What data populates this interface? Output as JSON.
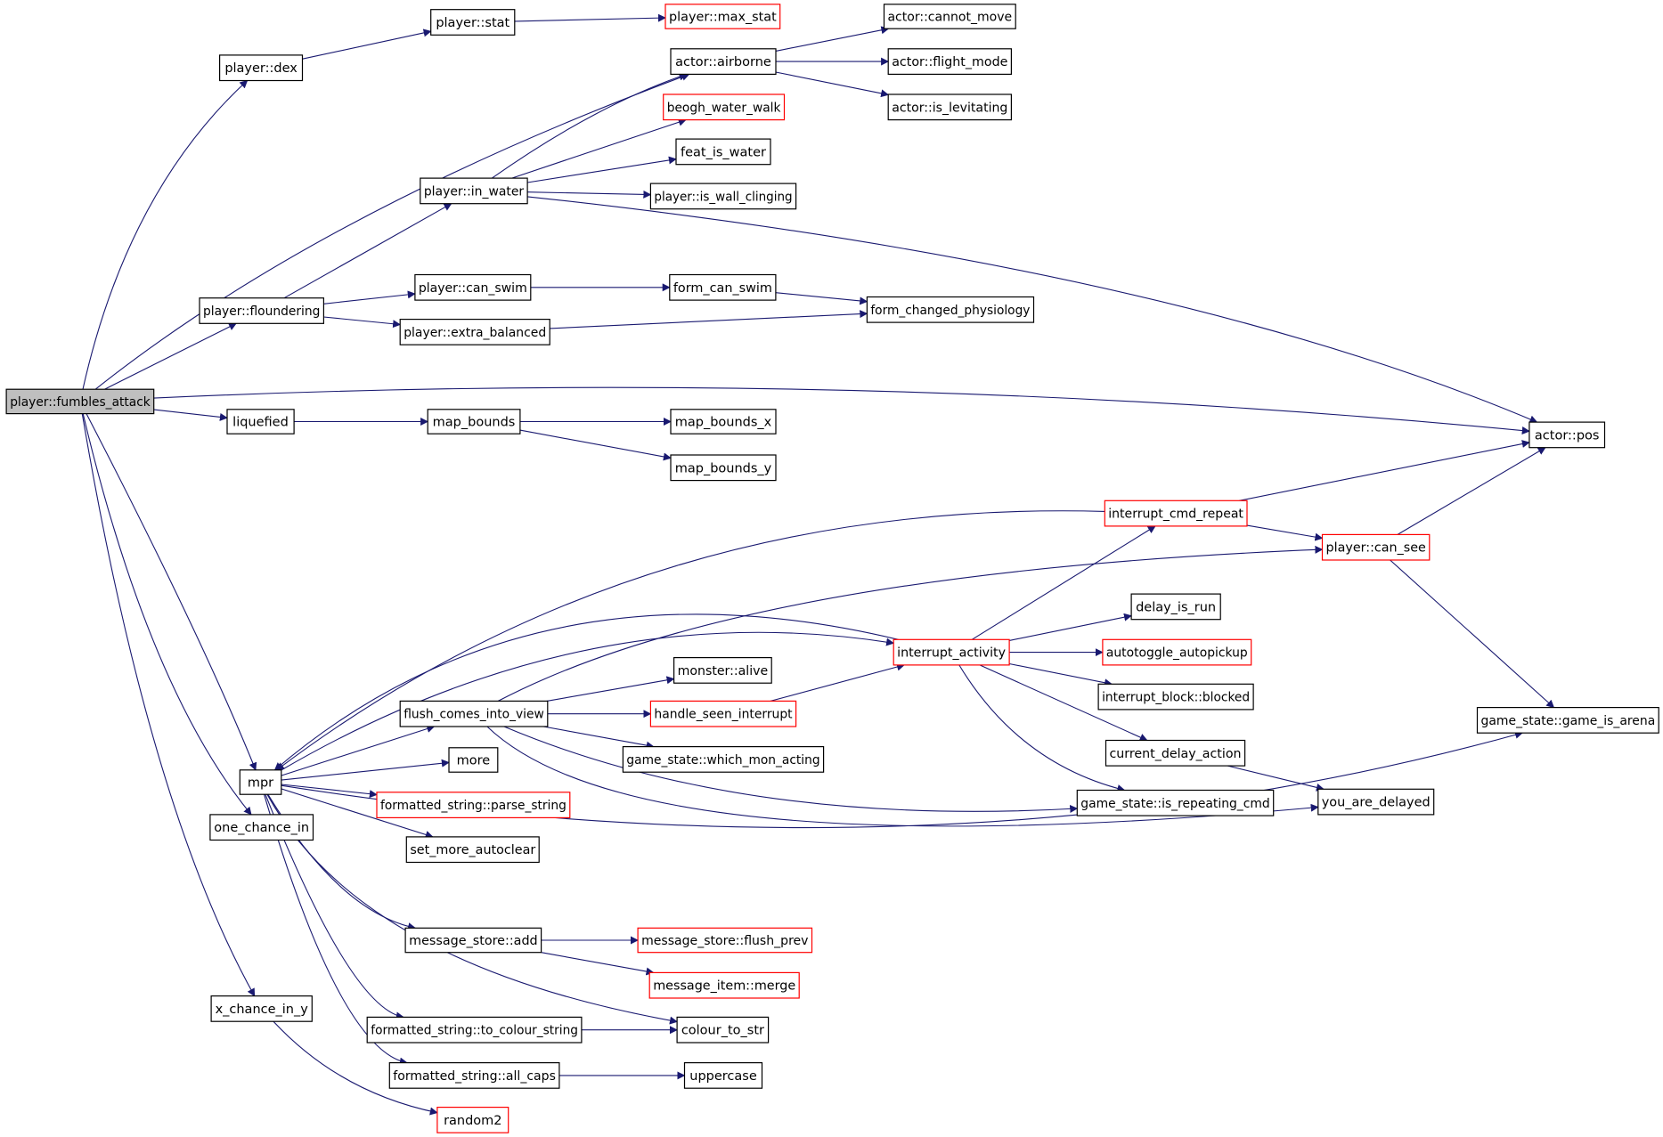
{
  "colors": {
    "edge": "#191970",
    "node_border": "#000000",
    "node_border_truncated": "#ff0000",
    "root_fill": "#bfbfbf",
    "node_fill": "#ffffff"
  },
  "nodes": [
    {
      "id": "fumbles_attack",
      "label": "player::fumbles_attack",
      "kind": "root"
    },
    {
      "id": "dex",
      "label": "player::dex",
      "kind": "normal"
    },
    {
      "id": "stat",
      "label": "player::stat",
      "kind": "normal"
    },
    {
      "id": "max_stat",
      "label": "player::max_stat",
      "kind": "truncated"
    },
    {
      "id": "airborne",
      "label": "actor::airborne",
      "kind": "normal"
    },
    {
      "id": "cannot_move",
      "label": "actor::cannot_move",
      "kind": "normal"
    },
    {
      "id": "flight_mode",
      "label": "actor::flight_mode",
      "kind": "normal"
    },
    {
      "id": "is_levitating",
      "label": "actor::is_levitating",
      "kind": "normal"
    },
    {
      "id": "beogh_water_walk",
      "label": "beogh_water_walk",
      "kind": "truncated"
    },
    {
      "id": "feat_is_water",
      "label": "feat_is_water",
      "kind": "normal"
    },
    {
      "id": "in_water",
      "label": "player::in_water",
      "kind": "normal"
    },
    {
      "id": "is_wall_clinging",
      "label": "player::is_wall_clinging",
      "kind": "normal"
    },
    {
      "id": "floundering",
      "label": "player::floundering",
      "kind": "normal"
    },
    {
      "id": "can_swim",
      "label": "player::can_swim",
      "kind": "normal"
    },
    {
      "id": "form_can_swim",
      "label": "form_can_swim",
      "kind": "normal"
    },
    {
      "id": "form_changed_physiology",
      "label": "form_changed_physiology",
      "kind": "normal"
    },
    {
      "id": "extra_balanced",
      "label": "player::extra_balanced",
      "kind": "normal"
    },
    {
      "id": "liquefied",
      "label": "liquefied",
      "kind": "normal"
    },
    {
      "id": "map_bounds",
      "label": "map_bounds",
      "kind": "normal"
    },
    {
      "id": "map_bounds_x",
      "label": "map_bounds_x",
      "kind": "normal"
    },
    {
      "id": "map_bounds_y",
      "label": "map_bounds_y",
      "kind": "normal"
    },
    {
      "id": "actor_pos",
      "label": "actor::pos",
      "kind": "normal"
    },
    {
      "id": "interrupt_cmd_repeat",
      "label": "interrupt_cmd_repeat",
      "kind": "truncated"
    },
    {
      "id": "player_can_see",
      "label": "player::can_see",
      "kind": "truncated"
    },
    {
      "id": "delay_is_run",
      "label": "delay_is_run",
      "kind": "normal"
    },
    {
      "id": "interrupt_activity",
      "label": "interrupt_activity",
      "kind": "truncated"
    },
    {
      "id": "autotoggle_autopickup",
      "label": "autotoggle_autopickup",
      "kind": "truncated"
    },
    {
      "id": "monster_alive",
      "label": "monster::alive",
      "kind": "normal"
    },
    {
      "id": "interrupt_block_blocked",
      "label": "interrupt_block::blocked",
      "kind": "normal"
    },
    {
      "id": "flush_comes_into_view",
      "label": "flush_comes_into_view",
      "kind": "normal"
    },
    {
      "id": "handle_seen_interrupt",
      "label": "handle_seen_interrupt",
      "kind": "truncated"
    },
    {
      "id": "game_is_arena",
      "label": "game_state::game_is_arena",
      "kind": "normal"
    },
    {
      "id": "which_mon_acting",
      "label": "game_state::which_mon_acting",
      "kind": "normal"
    },
    {
      "id": "current_delay_action",
      "label": "current_delay_action",
      "kind": "normal"
    },
    {
      "id": "mpr",
      "label": "mpr",
      "kind": "normal"
    },
    {
      "id": "more",
      "label": "more",
      "kind": "normal"
    },
    {
      "id": "parse_string",
      "label": "formatted_string::parse_string",
      "kind": "truncated"
    },
    {
      "id": "is_repeating_cmd",
      "label": "game_state::is_repeating_cmd",
      "kind": "normal"
    },
    {
      "id": "you_are_delayed",
      "label": "you_are_delayed",
      "kind": "normal"
    },
    {
      "id": "one_chance_in",
      "label": "one_chance_in",
      "kind": "normal"
    },
    {
      "id": "set_more_autoclear",
      "label": "set_more_autoclear",
      "kind": "normal"
    },
    {
      "id": "message_store_add",
      "label": "message_store::add",
      "kind": "normal"
    },
    {
      "id": "flush_prev",
      "label": "message_store::flush_prev",
      "kind": "truncated"
    },
    {
      "id": "message_item_merge",
      "label": "message_item::merge",
      "kind": "truncated"
    },
    {
      "id": "x_chance_in_y",
      "label": "x_chance_in_y",
      "kind": "normal"
    },
    {
      "id": "to_colour_string",
      "label": "formatted_string::to_colour_string",
      "kind": "normal"
    },
    {
      "id": "colour_to_str",
      "label": "colour_to_str",
      "kind": "normal"
    },
    {
      "id": "all_caps",
      "label": "formatted_string::all_caps",
      "kind": "normal"
    },
    {
      "id": "uppercase",
      "label": "uppercase",
      "kind": "normal"
    },
    {
      "id": "random2",
      "label": "random2",
      "kind": "truncated"
    }
  ],
  "edges": [
    [
      "fumbles_attack",
      "dex"
    ],
    [
      "fumbles_attack",
      "airborne"
    ],
    [
      "fumbles_attack",
      "floundering"
    ],
    [
      "fumbles_attack",
      "actor_pos"
    ],
    [
      "fumbles_attack",
      "liquefied"
    ],
    [
      "fumbles_attack",
      "mpr"
    ],
    [
      "fumbles_attack",
      "one_chance_in"
    ],
    [
      "fumbles_attack",
      "x_chance_in_y"
    ],
    [
      "dex",
      "stat"
    ],
    [
      "stat",
      "max_stat"
    ],
    [
      "airborne",
      "cannot_move"
    ],
    [
      "airborne",
      "flight_mode"
    ],
    [
      "airborne",
      "is_levitating"
    ],
    [
      "floundering",
      "in_water"
    ],
    [
      "floundering",
      "can_swim"
    ],
    [
      "floundering",
      "extra_balanced"
    ],
    [
      "in_water",
      "airborne"
    ],
    [
      "in_water",
      "beogh_water_walk"
    ],
    [
      "in_water",
      "feat_is_water"
    ],
    [
      "in_water",
      "is_wall_clinging"
    ],
    [
      "in_water",
      "actor_pos"
    ],
    [
      "can_swim",
      "form_can_swim"
    ],
    [
      "form_can_swim",
      "form_changed_physiology"
    ],
    [
      "extra_balanced",
      "form_changed_physiology"
    ],
    [
      "liquefied",
      "map_bounds"
    ],
    [
      "map_bounds",
      "map_bounds_x"
    ],
    [
      "map_bounds",
      "map_bounds_y"
    ],
    [
      "mpr",
      "interrupt_activity"
    ],
    [
      "mpr",
      "flush_comes_into_view"
    ],
    [
      "mpr",
      "more"
    ],
    [
      "mpr",
      "parse_string"
    ],
    [
      "mpr",
      "set_more_autoclear"
    ],
    [
      "mpr",
      "game_is_arena"
    ],
    [
      "mpr",
      "message_store_add"
    ],
    [
      "mpr",
      "to_colour_string"
    ],
    [
      "mpr",
      "colour_to_str"
    ],
    [
      "mpr",
      "all_caps"
    ],
    [
      "interrupt_activity",
      "mpr"
    ],
    [
      "interrupt_activity",
      "interrupt_cmd_repeat"
    ],
    [
      "interrupt_activity",
      "delay_is_run"
    ],
    [
      "interrupt_activity",
      "autotoggle_autopickup"
    ],
    [
      "interrupt_activity",
      "interrupt_block_blocked"
    ],
    [
      "interrupt_activity",
      "current_delay_action"
    ],
    [
      "interrupt_activity",
      "is_repeating_cmd"
    ],
    [
      "interrupt_cmd_repeat",
      "mpr"
    ],
    [
      "interrupt_cmd_repeat",
      "player_can_see"
    ],
    [
      "interrupt_cmd_repeat",
      "actor_pos"
    ],
    [
      "player_can_see",
      "actor_pos"
    ],
    [
      "player_can_see",
      "game_is_arena"
    ],
    [
      "flush_comes_into_view",
      "player_can_see"
    ],
    [
      "flush_comes_into_view",
      "monster_alive"
    ],
    [
      "flush_comes_into_view",
      "handle_seen_interrupt"
    ],
    [
      "flush_comes_into_view",
      "which_mon_acting"
    ],
    [
      "flush_comes_into_view",
      "is_repeating_cmd"
    ],
    [
      "flush_comes_into_view",
      "you_are_delayed"
    ],
    [
      "handle_seen_interrupt",
      "interrupt_activity"
    ],
    [
      "current_delay_action",
      "you_are_delayed"
    ],
    [
      "message_store_add",
      "flush_prev"
    ],
    [
      "message_store_add",
      "message_item_merge"
    ],
    [
      "to_colour_string",
      "colour_to_str"
    ],
    [
      "all_caps",
      "uppercase"
    ],
    [
      "x_chance_in_y",
      "random2"
    ]
  ]
}
